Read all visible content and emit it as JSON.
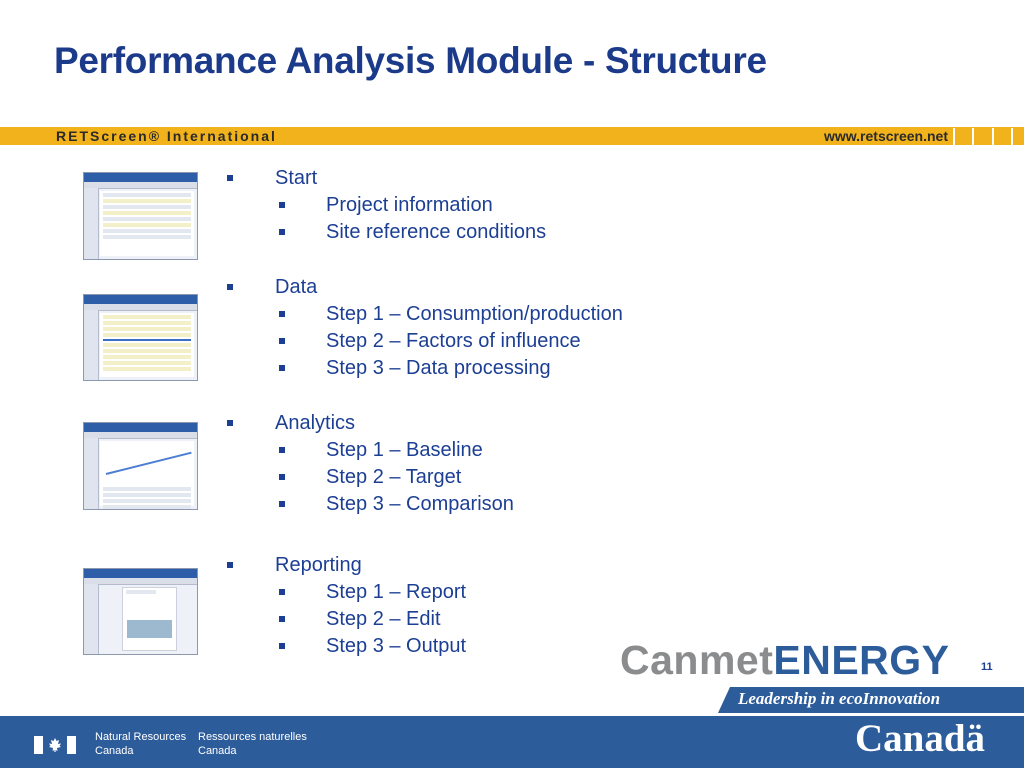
{
  "title": "Performance Analysis Module - Structure",
  "banner": {
    "left": "RETScreen® International",
    "right": "www.retscreen.net"
  },
  "sections": [
    {
      "heading": "Start",
      "items": [
        "Project information",
        "Site reference conditions"
      ]
    },
    {
      "heading": "Data",
      "items": [
        "Step 1 – Consumption/production",
        "Step 2 – Factors of influence",
        "Step 3 – Data processing"
      ]
    },
    {
      "heading": "Analytics",
      "items": [
        "Step 1 – Baseline",
        "Step 2 – Target",
        "Step 3 – Comparison"
      ]
    },
    {
      "heading": "Reporting",
      "items": [
        "Step 1 – Report",
        "Step 2 – Edit",
        "Step 3 – Output"
      ]
    }
  ],
  "branding": {
    "canmet_part1": "Canmet",
    "canmet_part2": "ENERGY",
    "tagline": "Leadership in ecoInnovation",
    "page_number": "11"
  },
  "footer": {
    "nrcan_en_line1": "Natural Resources",
    "nrcan_en_line2": "Canada",
    "nrcan_fr_line1": "Ressources naturelles",
    "nrcan_fr_line2": "Canada",
    "wordmark": "Canadä"
  },
  "colors": {
    "title": "#1b3a8a",
    "banner": "#f2b21b",
    "footer": "#2d5c9b",
    "bullet_text": "#1c3f94"
  }
}
